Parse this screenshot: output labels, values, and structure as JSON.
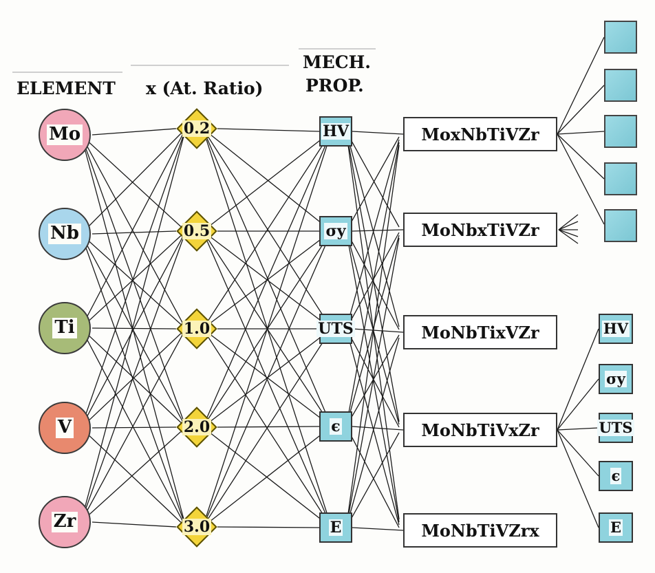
{
  "headers": {
    "element": "ELEMENT",
    "ratio": "x (At. Ratio)",
    "mech_line1": "MECH.",
    "mech_line2": "PROP."
  },
  "elements": [
    "Mo",
    "Nb",
    "Ti",
    "V",
    "Zr"
  ],
  "ratios": [
    "0.2",
    "0.5",
    "1.0",
    "2.0",
    "3.0"
  ],
  "properties": [
    "HV",
    "σy",
    "UTS",
    "ϵ",
    "E"
  ],
  "alloys": [
    "MoxNbTiVZr",
    "MoNbxTiVZr",
    "MoNbTixVZr",
    "MoNbTiVxZr",
    "MoNbTiVZrx"
  ],
  "output_properties": [
    "HV",
    "σy",
    "UTS",
    "ϵ",
    "E"
  ],
  "colors": {
    "Mo": "#f1a7b8",
    "Nb": "#a9d6ec",
    "Ti": "#a7bb78",
    "V": "#e8896e",
    "Zr": "#f1a7b8",
    "diamond": "#f3d43a",
    "prop_box": "#8fd3de",
    "line": "#1a1a1a"
  }
}
